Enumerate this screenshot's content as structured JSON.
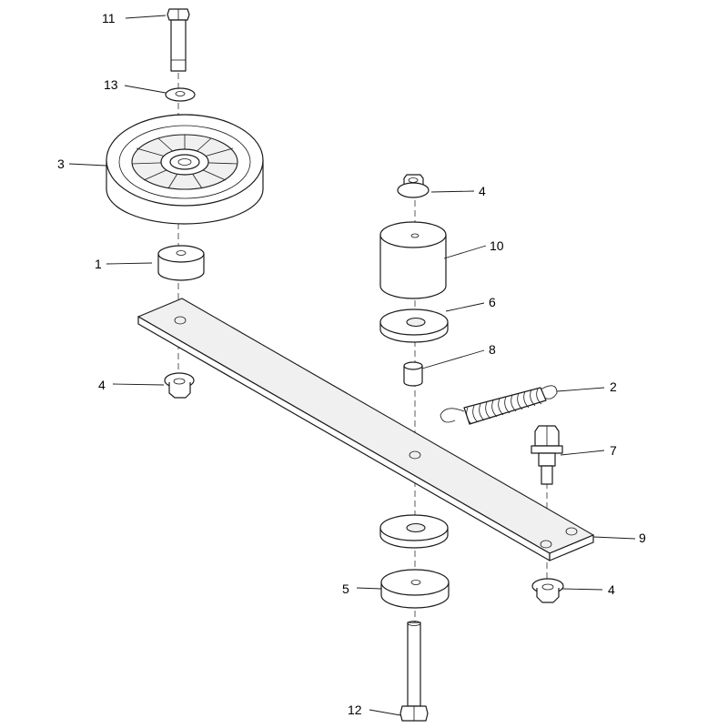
{
  "callouts": {
    "c11": "11",
    "c13": "13",
    "c3": "3",
    "c1": "1",
    "c4_top": "4",
    "c10": "10",
    "c6": "6",
    "c8": "8",
    "c2": "2",
    "c7": "7",
    "c4_left": "4",
    "c9": "9",
    "c5": "5",
    "c4_right": "4",
    "c12": "12"
  }
}
